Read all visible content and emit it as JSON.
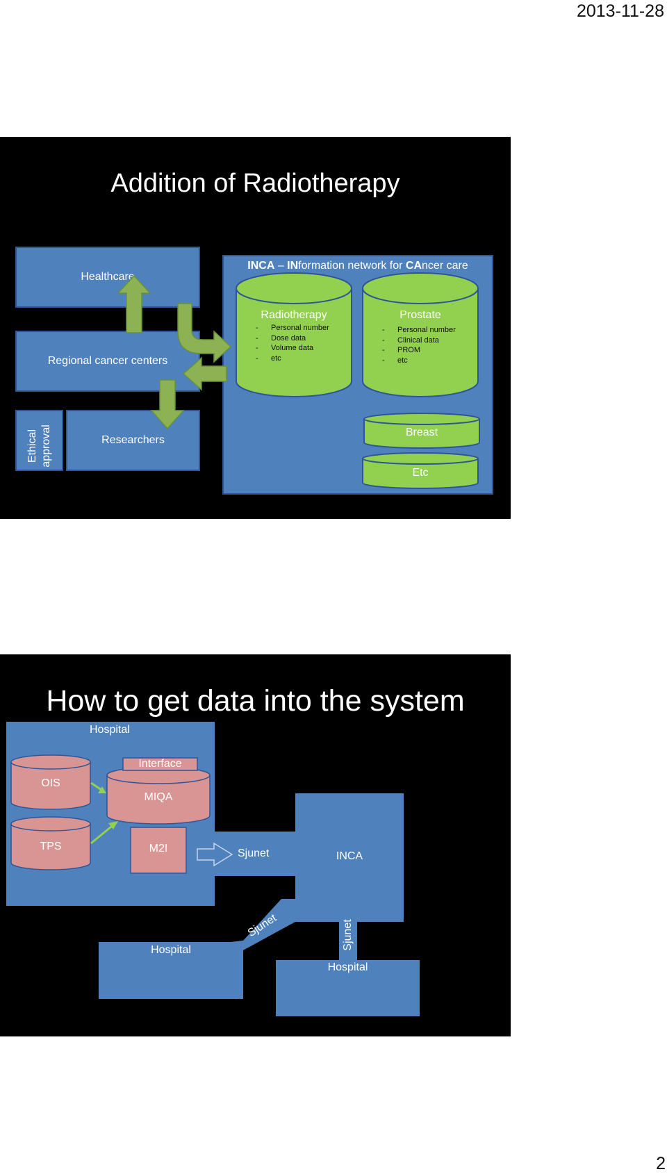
{
  "page": {
    "date": "2013-11-28",
    "number": "2"
  },
  "slide1": {
    "title": "Addition of Radiotherapy",
    "healthcare": "Healthcare",
    "regional": "Regional cancer centers",
    "researchers": "Researchers",
    "ethical_line1": "Ethical",
    "ethical_line2": "approval",
    "inca_title": {
      "p1": "INCA",
      "p2": " – ",
      "p3": "IN",
      "p4": "formation network for ",
      "p5": "CA",
      "p6": "ncer care"
    },
    "radiotherapy": {
      "title": "Radiotherapy",
      "items": [
        "Personal number",
        "Dose data",
        "Volume data",
        "etc"
      ]
    },
    "prostate": {
      "title": "Prostate",
      "items": [
        "Personal number",
        "Clinical data",
        "PROM",
        "etc"
      ]
    },
    "breast": "Breast",
    "etc": "Etc",
    "colors": {
      "box": "#4f81bd",
      "border": "#2f5597",
      "green": "#92d050",
      "arrow": "#8db254"
    }
  },
  "slide2": {
    "title": "How to get data into the system",
    "hospital_main": "Hospital",
    "ois": "OIS",
    "tps": "TPS",
    "interface": "Interface",
    "miqa": "MIQA",
    "m2i": "M2I",
    "sjunet_main": "Sjunet",
    "inca": "INCA",
    "sjunet_diag": "Sjunet",
    "sjunet_vert": "Sjunet",
    "hospital_left": "Hospital",
    "hospital_right": "Hospital",
    "colors": {
      "box": "#4f81bd",
      "pink": "#d99594",
      "green": "#92d050"
    }
  }
}
